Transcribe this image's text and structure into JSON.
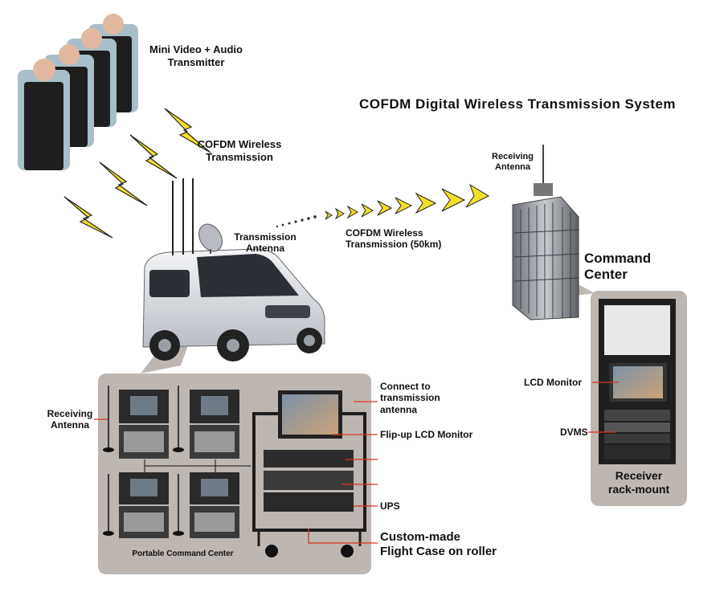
{
  "title": "COFDM Digital Wireless Transmission System",
  "labels": {
    "mini_transmitter": [
      "Mini Video + Audio",
      "Transmitter"
    ],
    "cofdm_wireless": [
      "COFDM Wireless",
      "Transmission"
    ],
    "transmission_antenna": [
      "Transmission",
      "Antenna"
    ],
    "cofdm_50km": [
      "COFDM Wireless",
      "Transmission (50km)"
    ],
    "receiving_antenna_top": [
      "Receiving",
      "Antenna"
    ],
    "command_center": [
      "Command",
      "Center"
    ],
    "lcd_monitor": "LCD Monitor",
    "dvms": "DVMS",
    "receiver_rack": [
      "Receiver",
      "rack-mount"
    ],
    "receiving_antenna_left": [
      "Receiving",
      "Antenna"
    ],
    "portable_command_center": "Portable Command Center",
    "connect_to": [
      "Connect to",
      "transmission",
      "antenna"
    ],
    "flip_up_lcd": "Flip-up LCD Monitor",
    "ups": "UPS",
    "flight_case": [
      "Custom-made",
      "Flight Case on roller"
    ]
  },
  "colors": {
    "panel": "#bdb6b1",
    "arrow_yellow": "#f3df2a",
    "leader_red": "#d9351f",
    "text": "#111111"
  }
}
